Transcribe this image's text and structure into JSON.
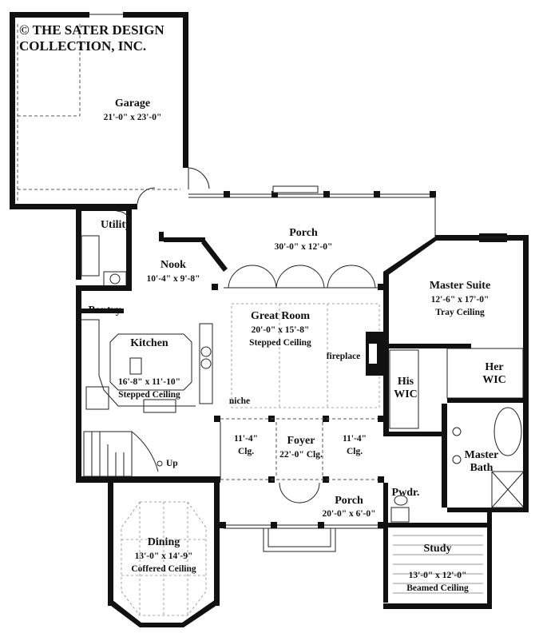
{
  "copyright": {
    "line1": "© THE SATER DESIGN",
    "line2": "COLLECTION, INC."
  },
  "rooms": {
    "garage": {
      "name": "Garage",
      "dims": "21'-0\" x 23'-0\""
    },
    "utility": {
      "name": "Utility"
    },
    "porch_rear": {
      "name": "Porch",
      "dims": "30'-0\" x 12'-0\""
    },
    "nook": {
      "name": "Nook",
      "dims": "10'-4\" x 9'-8\""
    },
    "master_suite": {
      "name": "Master Suite",
      "dims": "12'-6\" x 17'-0\"",
      "ceiling": "Tray Ceiling"
    },
    "pantry": {
      "name": "Pantry"
    },
    "great_room": {
      "name": "Great Room",
      "dims": "20'-0\" x 15'-8\"",
      "ceiling": "Stepped Ceiling"
    },
    "kitchen": {
      "name": "Kitchen",
      "dims": "16'-8\" x 11'-10\"",
      "ceiling": "Stepped Ceiling"
    },
    "fireplace": {
      "name": "fireplace"
    },
    "his_wic": {
      "line1": "His",
      "line2": "WIC"
    },
    "her_wic": {
      "line1": "Her",
      "line2": "WIC"
    },
    "niche": {
      "name": "niche"
    },
    "hall_left": {
      "dims": "11'-4\"",
      "ceiling": "Clg."
    },
    "foyer": {
      "name": "Foyer",
      "dims": "22'-0\" Clg."
    },
    "hall_right": {
      "dims": "11'-4\"",
      "ceiling": "Clg."
    },
    "master_bath": {
      "line1": "Master",
      "line2": "Bath"
    },
    "stairs": {
      "name": "Up"
    },
    "powder": {
      "name": "Pwdr."
    },
    "porch_front": {
      "name": "Porch",
      "dims": "20'-0\" x 6'-0\""
    },
    "dining": {
      "name": "Dining",
      "dims": "13'-0\" x 14'-9\"",
      "ceiling": "Coffered Ceiling"
    },
    "study": {
      "name": "Study",
      "dims": "13'-0\" x 12'-0\"",
      "ceiling": "Beamed Ceiling"
    }
  }
}
